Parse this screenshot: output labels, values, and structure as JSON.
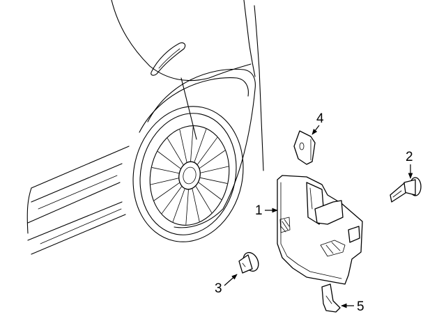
{
  "diagram": {
    "callouts": [
      {
        "id": "1",
        "label": "1",
        "part": "mud-flap"
      },
      {
        "id": "2",
        "label": "2",
        "part": "screw"
      },
      {
        "id": "3",
        "label": "3",
        "part": "push-pin-retainer"
      },
      {
        "id": "4",
        "label": "4",
        "part": "u-nut-clip"
      },
      {
        "id": "5",
        "label": "5",
        "part": "nut-retainer"
      }
    ]
  }
}
